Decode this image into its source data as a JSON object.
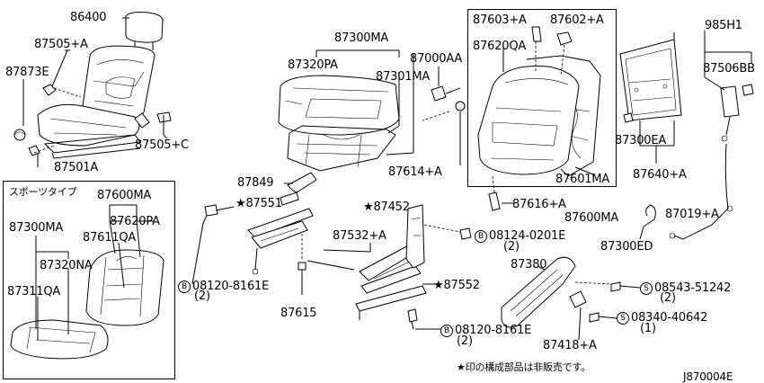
{
  "labels": {
    "p86400": "86400",
    "p87505A": "87505+A",
    "p87873E": "87873E",
    "p87505C": "87505+C",
    "p87501A": "87501A",
    "sports_type": "スポーツタイプ",
    "p87600MA_sport": "87600MA",
    "p87300MA_sport": "87300MA",
    "p87620PA_sport": "87620PA",
    "p87611QA": "87611QA",
    "p87320NA": "87320NA",
    "p87311QA": "87311QA",
    "p87300MA": "87300MA",
    "p87320PA": "87320PA",
    "p87000AA": "87000AA",
    "p87301MA": "87301MA",
    "p87849": "87849",
    "p87551": "★87551",
    "p87614A": "87614+A",
    "p87603A": "87603+A",
    "p87602A": "87602+A",
    "p87620QA": "87620QA",
    "p87601MA": "87601MA",
    "p87616A": "87616+A",
    "p87600MA": "87600MA",
    "p985H1": "985H1",
    "p87506BB": "87506BB",
    "p87300EA": "87300EA",
    "p87640A": "87640+A",
    "p87019A": "87019+A",
    "p87300ED": "87300ED",
    "p87452": "★87452",
    "p87532A": "87532+A",
    "p08124": "08124-0201E",
    "p08124_qty": "(2)",
    "p87552": "★87552",
    "p08120_left": "08120-8161E",
    "p08120_left_qty": "(2)",
    "p87615": "87615",
    "p08120_bottom": "08120-8161E",
    "p08120_bottom_qty": "(2)",
    "p87380": "87380",
    "p08543": "08543-51242",
    "p08543_qty": "(2)",
    "p08340": "08340-40642",
    "p08340_qty": "(1)",
    "p87418A": "87418+A",
    "circle_b": "B",
    "circle_s": "S",
    "note": "★印の構成部品は非販売です。",
    "diagram_id": "J870004E"
  }
}
